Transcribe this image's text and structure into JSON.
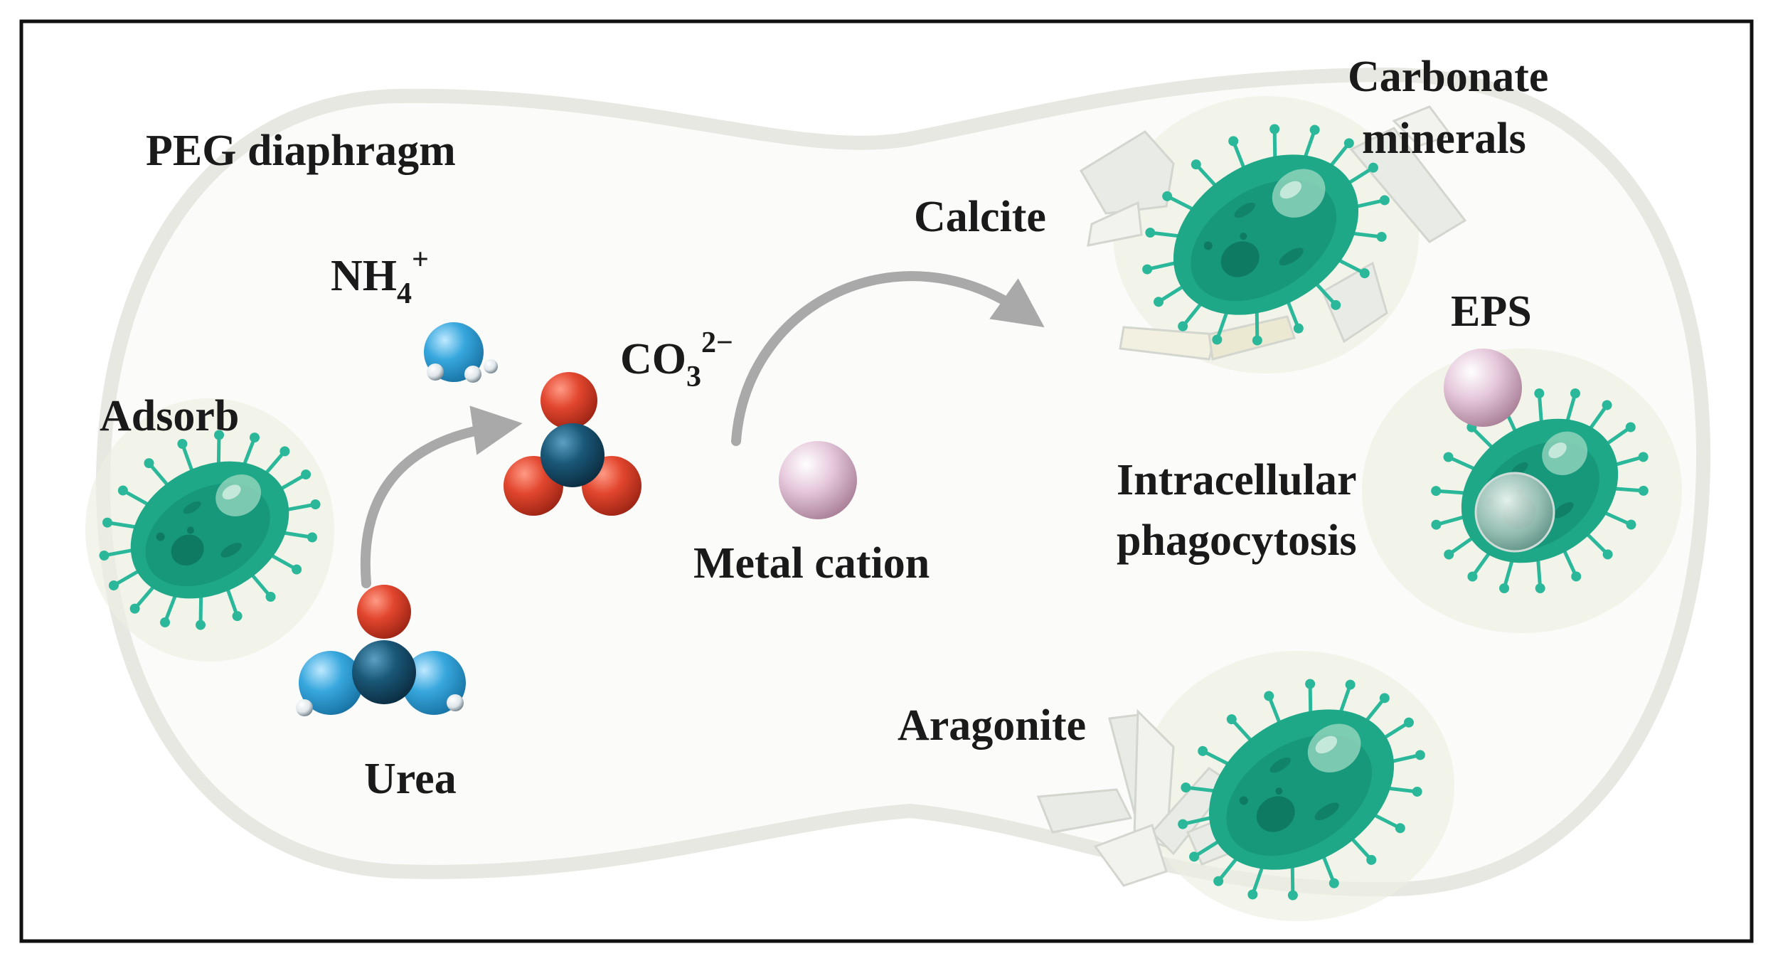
{
  "labels": {
    "membrane": "PEG diaphragm",
    "ammonium_main": "NH",
    "ammonium_sub": "4",
    "ammonium_sup": "+",
    "carbonate_main": "CO",
    "carbonate_sub": "3",
    "carbonate_sup": "2−",
    "adsorb": "Adsorb",
    "urea": "Urea",
    "metal_cation": "Metal cation",
    "calcite": "Calcite",
    "carbonate_minerals_line1": "Carbonate",
    "carbonate_minerals_line2": "minerals",
    "eps": "EPS",
    "intracellular_line1": "Intracellular",
    "intracellular_line2": "phagocytosis",
    "aragonite": "Aragonite"
  },
  "colors": {
    "border": "#111111",
    "membrane": "#e7e8e1",
    "cell_halo": "#eef0e2",
    "bacterium": "#1ea888",
    "bacterium_dark": "#0f7a62",
    "spike": "#2bb89a",
    "oxygen": "#e2462e",
    "carbon": "#1a5777",
    "nitrogen": "#37a7dd",
    "hydrogen": "#dfe6ea",
    "cation": "#e6c9dc",
    "arrow": "#a9a9a9",
    "crystal": "#e9ebe6"
  }
}
